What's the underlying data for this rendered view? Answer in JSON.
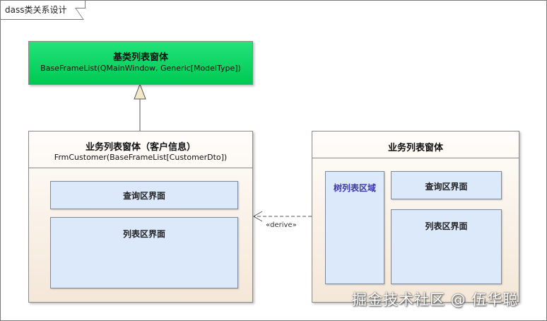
{
  "frame": {
    "title": "dass类关系设计"
  },
  "base_box": {
    "title": "基类列表窗体",
    "subtitle": "BaseFrameList(QMainWindow, Generic[ModelType])"
  },
  "customer_box": {
    "title": "业务列表窗体（客户信息）",
    "subtitle": "FrmCustomer(BaseFrameList[CustomerDto])",
    "query_area": "查询区界面",
    "list_area": "列表区界面"
  },
  "business_box": {
    "title": "业务列表窗体",
    "tree_area": "树列表区域",
    "query_area": "查询区界面",
    "list_area": "列表区界面"
  },
  "derive_label": "«derive»",
  "watermark": "掘金技术社区 @ 伍华聪",
  "colors": {
    "base_fill": "#00c853",
    "box_fill": "#f4e7d8",
    "sub_fill": "#dce9fb",
    "tree_text": "#3a3aa8"
  }
}
